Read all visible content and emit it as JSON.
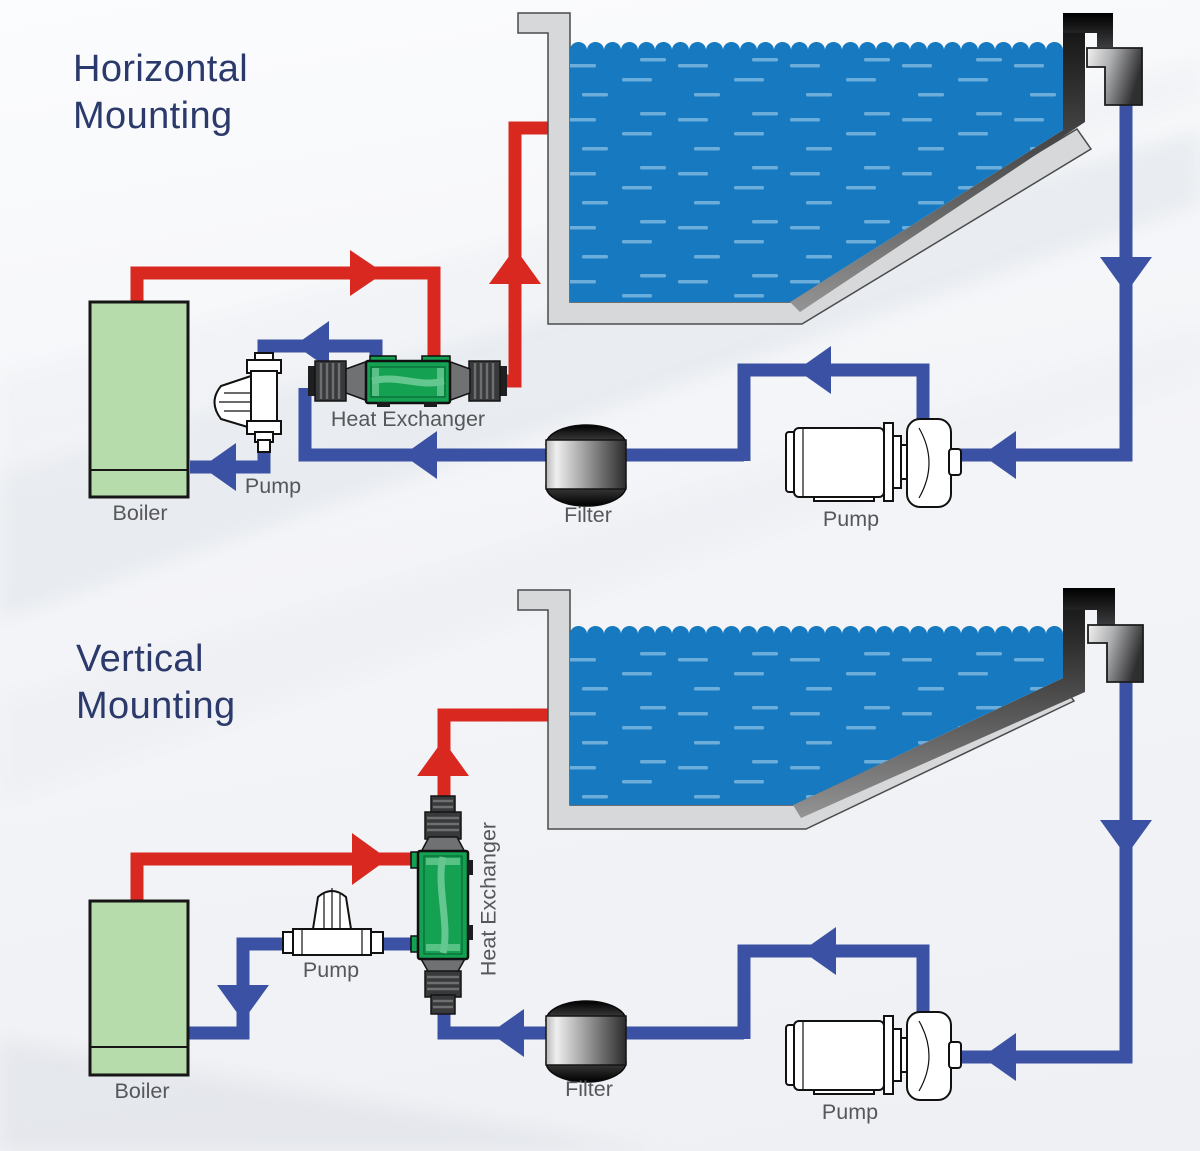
{
  "colors": {
    "hot": "#d9281f",
    "cold": "#3b51a3",
    "water": "#1779c0",
    "waterdash": "#7ab6e0",
    "boiler": "#b7dcab",
    "exchanger": "#14a152",
    "label": "#56575a",
    "title": "#2c3a6b"
  },
  "diagrams": [
    {
      "id": "horizontal-mounting",
      "title_line1": "Horizontal",
      "title_line2": "Mounting",
      "labels": {
        "boiler": "Boiler",
        "circulation_pump": "Pump",
        "heat_exchanger": "Heat Exchanger",
        "filter": "Filter",
        "pool_pump": "Pump"
      }
    },
    {
      "id": "vertical-mounting",
      "title_line1": "Vertical",
      "title_line2": "Mounting",
      "labels": {
        "boiler": "Boiler",
        "circulation_pump": "Pump",
        "heat_exchanger": "Heat Exchanger",
        "filter": "Filter",
        "pool_pump": "Pump"
      }
    }
  ]
}
